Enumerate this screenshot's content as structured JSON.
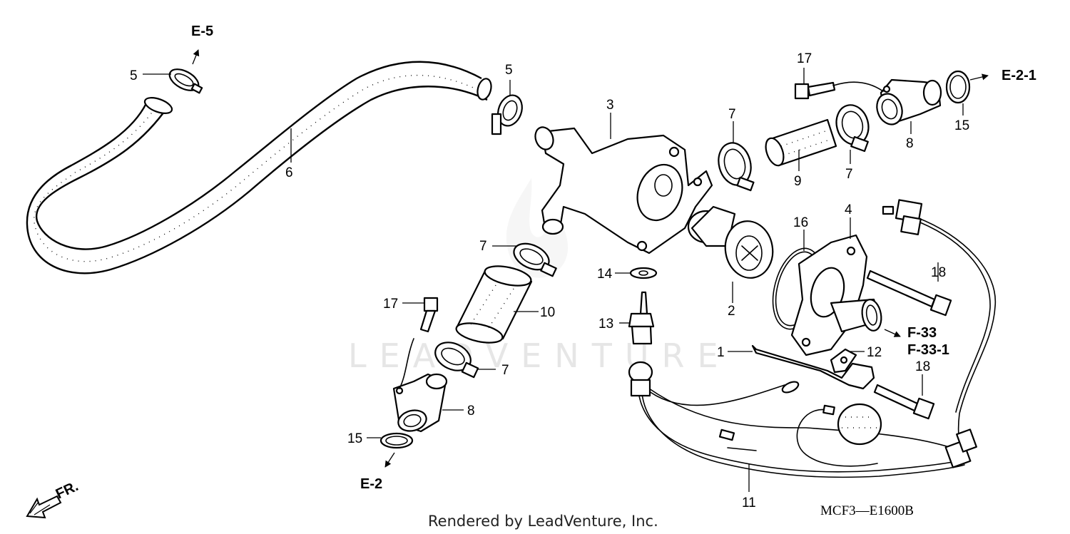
{
  "watermark": "LEADVENTURE",
  "footer": {
    "rendered_by": "Rendered by LeadVenture, Inc.",
    "diagram_code": "MCF3—E1600B"
  },
  "references": {
    "e5": "E-5",
    "e21": "E-2-1",
    "e2": "E-2",
    "f33": "F-33",
    "f331": "F-33-1",
    "front": "FR."
  },
  "callouts": {
    "c1": "1",
    "c2": "2",
    "c3": "3",
    "c4": "4",
    "c5a": "5",
    "c5b": "5",
    "c6": "6",
    "c7a": "7",
    "c7b": "7",
    "c7c": "7",
    "c7d": "7",
    "c8a": "8",
    "c8b": "8",
    "c9": "9",
    "c10": "10",
    "c11": "11",
    "c12": "12",
    "c13": "13",
    "c14": "14",
    "c15a": "15",
    "c15b": "15",
    "c16": "16",
    "c17a": "17",
    "c17b": "17",
    "c18a": "18",
    "c18b": "18"
  }
}
